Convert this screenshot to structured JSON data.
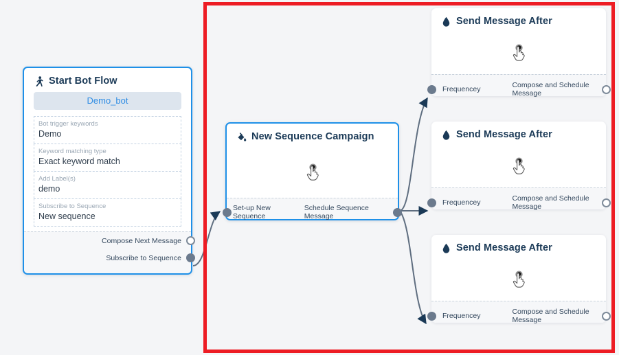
{
  "canvas": {
    "background_color": "#f4f5f7",
    "highlight_border_color": "#ed1c24"
  },
  "nodes": {
    "start_bot_flow": {
      "title": "Start Bot Flow",
      "icon": "running-person-icon",
      "bot_name": "Demo_bot",
      "fields": [
        {
          "label": "Bot trigger keywords",
          "value": "Demo"
        },
        {
          "label": "Keyword matching type",
          "value": "Exact keyword match"
        },
        {
          "label": "Add Label(s)",
          "value": "demo"
        },
        {
          "label": "Subscribe to Sequence",
          "value": "New sequence"
        }
      ],
      "ports": [
        {
          "label": "Compose Next Message",
          "state": "hollow"
        },
        {
          "label": "Subscribe to Sequence",
          "state": "filled"
        }
      ]
    },
    "new_sequence_campaign": {
      "title": "New Sequence Campaign",
      "icon": "paint-bucket-icon",
      "body_icon": "hand-cursor-icon",
      "input_port_label": "Set-up New Sequence",
      "output_port_label": "Schedule Sequence Message",
      "input_port_state": "filled",
      "output_port_state": "filled"
    },
    "send_message_after": [
      {
        "title": "Send Message After",
        "icon": "water-drop-icon",
        "body_icon": "hand-cursor-icon",
        "input_port_label": "Frequencey",
        "output_port_label": "Compose and Schedule Message",
        "input_port_state": "filled",
        "output_port_state": "hollow"
      },
      {
        "title": "Send Message After",
        "icon": "water-drop-icon",
        "body_icon": "hand-cursor-icon",
        "input_port_label": "Frequencey",
        "output_port_label": "Compose and Schedule Message",
        "input_port_state": "filled",
        "output_port_state": "hollow"
      },
      {
        "title": "Send Message After",
        "icon": "water-drop-icon",
        "body_icon": "hand-cursor-icon",
        "input_port_label": "Frequencey",
        "output_port_label": "Compose and Schedule Message",
        "input_port_state": "filled",
        "output_port_state": "hollow"
      }
    ]
  },
  "connections": [
    {
      "from": "Subscribe to Sequence",
      "to": "Set-up New Sequence"
    },
    {
      "from": "Schedule Sequence Message",
      "to": "Frequencey"
    },
    {
      "from": "Schedule Sequence Message",
      "to": "Frequencey"
    },
    {
      "from": "Schedule Sequence Message",
      "to": "Frequencey"
    }
  ]
}
